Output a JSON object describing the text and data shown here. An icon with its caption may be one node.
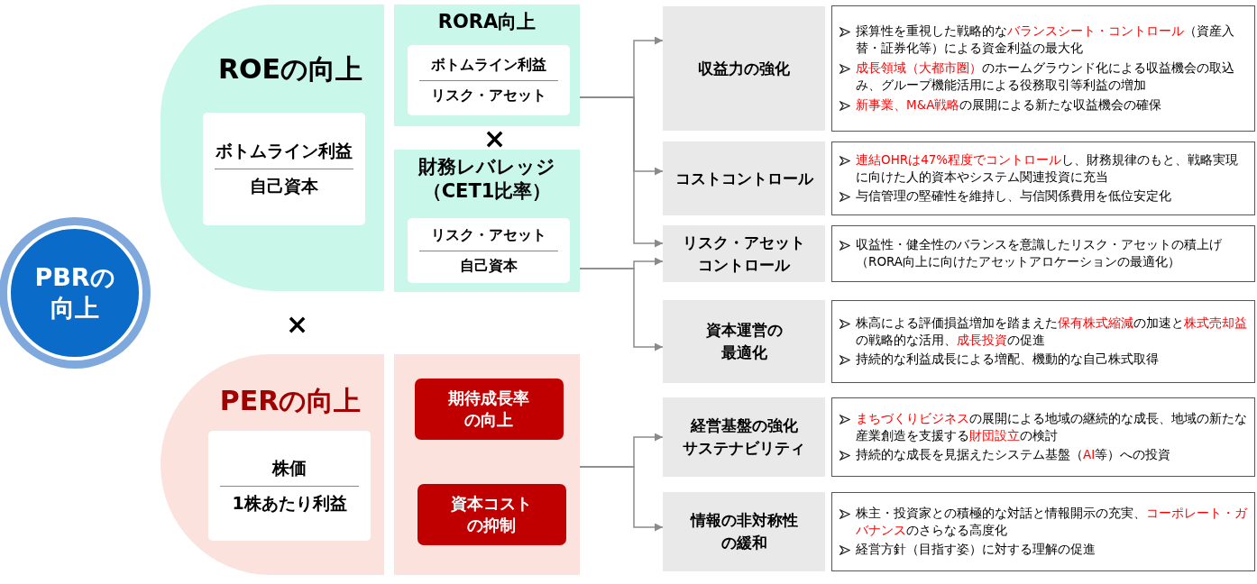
{
  "diagram": {
    "nodes": [
      {
        "text": [
          "PBRの向上"
        ]
      },
      {
        "text": [
          "ROEの向上"
        ]
      },
      {
        "text": [
          "ボトムライン利益",
          "自己資本"
        ],
        "in": 1
      },
      {
        "text": [
          "RORA向上"
        ]
      },
      {
        "text": [
          "ボトムライン利益",
          "リスク・アセット"
        ],
        "in": 3
      },
      {
        "text": [
          "財務レバレッジ（CET1比率）"
        ]
      },
      {
        "text": [
          "リスク・アセット",
          "自己資本"
        ],
        "in": 5
      },
      {
        "text": [
          "PERの向上"
        ]
      },
      {
        "text": [
          "株価",
          "1株あたり利益"
        ],
        "in": 7
      },
      {
        "text": [],
        "shape": "box"
      },
      {
        "text": [
          "期待成長率の向上"
        ],
        "in": 9
      },
      {
        "text": [
          "資本コストの抑制"
        ],
        "in": 9
      },
      {
        "text": [
          "収益力の強化"
        ]
      },
      {
        "text": [
          "採算性を重視した戦略的な**バランスシート・コントロール**（資産入替・証券化等）による資金利益の最大化",
          "**成長領域（大都市圏）**のホームグラウンド化による収益機会の取込み、グループ機能活用による役務取引等利益の増加",
          "**新事業、M&A戦略**の展開による新たな収益機会の確保"
        ]
      },
      {
        "text": [
          "コストコントロール"
        ]
      },
      {
        "text": [
          "**連結OHRは47%程度でコントロール**し、財務規律のもと、戦略実現に向けた人的資本やシステム関連投資に充当",
          "与信管理の堅確性を維持し、与信関係費用を低位安定化"
        ]
      },
      {
        "text": [
          "リスク・アセットコントロール"
        ]
      },
      {
        "text": [
          "収益性・健全性のバランスを意識したリスク・アセットの積上げ（RORA向上に向けたアセットアロケーションの最適化）"
        ]
      },
      {
        "text": [
          "資本運営の最適化"
        ]
      },
      {
        "text": [
          "株高による評価損益増加を踏まえた**保有株式縮減**の加速と**株式売却益**の戦略的な活用、**成長投資**の促進",
          "持続的な利益成長による増配、機動的な自己株式取得"
        ]
      },
      {
        "text": [
          "経営基盤の強化",
          "サステナビリティ"
        ]
      },
      {
        "text": [
          "**まちづくりビジネス**の展開による地域の継続的な成長、地域の新たな産業創造を支援する**財団設立**の検討",
          "持続的な成長を見据えたシステム基盤（**AI**等）への投資"
        ]
      },
      {
        "text": [
          "情報の非対称性の緩和"
        ]
      },
      {
        "text": [
          "株主・投資家との積極的な対話と情報開示の充実、**コーポレート・ガバナンス**のさらなる高度化",
          "経営方針（目指す姿）に対する理解の促進"
        ]
      }
    ],
    "edges": [
      {
        "from": 3,
        "to": 12,
        "arrow": "to"
      },
      {
        "from": 3,
        "to": 14,
        "arrow": "to"
      },
      {
        "from": 3,
        "to": 16,
        "arrow": "to"
      },
      {
        "from": 5,
        "to": 16,
        "arrow": "to"
      },
      {
        "from": 5,
        "to": 18,
        "arrow": "to"
      },
      {
        "from": 9,
        "to": 20,
        "arrow": "to"
      },
      {
        "from": 9,
        "to": 22,
        "arrow": "to"
      }
    ],
    "labels": [
      "×",
      "×"
    ]
  }
}
